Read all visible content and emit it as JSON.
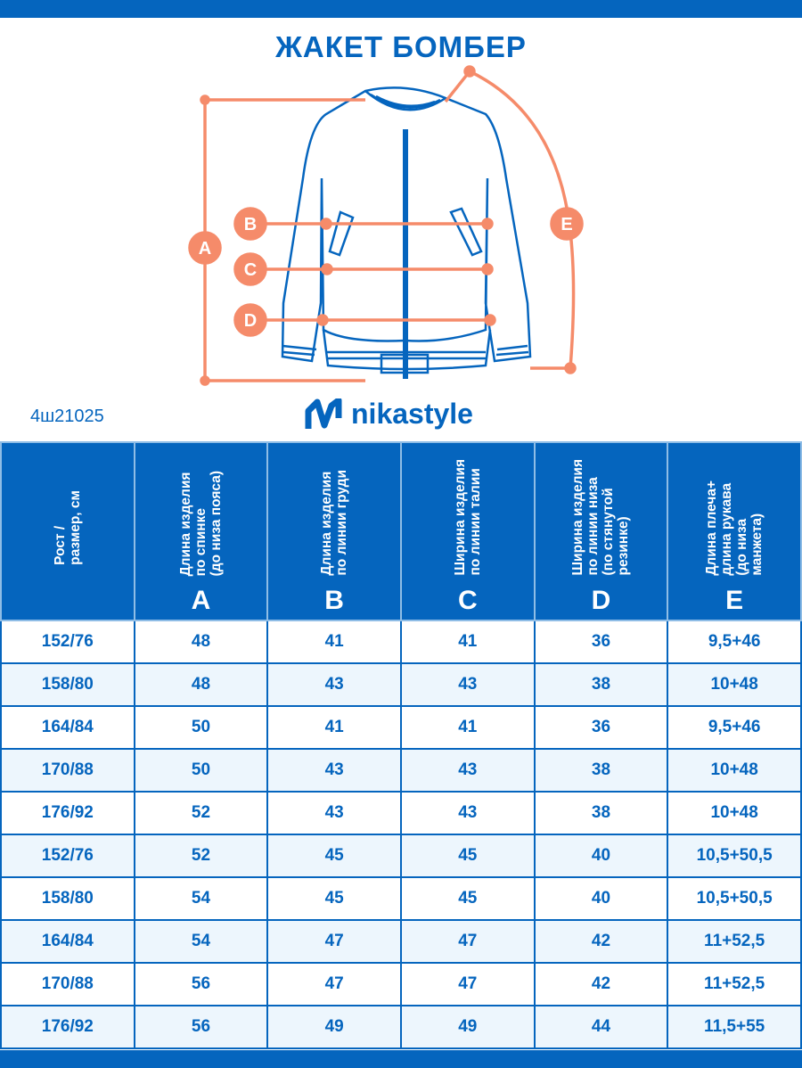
{
  "title": "ЖАКЕТ БОМБЕР",
  "article": "4ш21025",
  "brand": "nikastyle",
  "diagram_labels": [
    "A",
    "B",
    "C",
    "D",
    "E"
  ],
  "colors": {
    "brand_blue": "#0565be",
    "accent_orange": "#f58b6a",
    "row_alt": "#edf6fd"
  },
  "table": {
    "headers": [
      {
        "text": "Рост /\nразмер, см",
        "letter": ""
      },
      {
        "text": "Длина изделия\nпо спинке\n(до низа пояса)",
        "letter": "A"
      },
      {
        "text": "Длина изделия\nпо линии груди",
        "letter": "B"
      },
      {
        "text": "Ширина изделия\nпо линии талии",
        "letter": "C"
      },
      {
        "text": "Ширина изделия\nпо линии низа\n(по стянутой\nрезинке)",
        "letter": "D"
      },
      {
        "text": "Длина плеча+\nдлина рукава\n(до низа\nманжета)",
        "letter": "E"
      }
    ],
    "rows": [
      [
        "152/76",
        "48",
        "41",
        "41",
        "36",
        "9,5+46"
      ],
      [
        "158/80",
        "48",
        "43",
        "43",
        "38",
        "10+48"
      ],
      [
        "164/84",
        "50",
        "41",
        "41",
        "36",
        "9,5+46"
      ],
      [
        "170/88",
        "50",
        "43",
        "43",
        "38",
        "10+48"
      ],
      [
        "176/92",
        "52",
        "43",
        "43",
        "38",
        "10+48"
      ],
      [
        "152/76",
        "52",
        "45",
        "45",
        "40",
        "10,5+50,5"
      ],
      [
        "158/80",
        "54",
        "45",
        "45",
        "40",
        "10,5+50,5"
      ],
      [
        "164/84",
        "54",
        "47",
        "47",
        "42",
        "11+52,5"
      ],
      [
        "170/88",
        "56",
        "47",
        "47",
        "42",
        "11+52,5"
      ],
      [
        "176/92",
        "56",
        "49",
        "49",
        "44",
        "11,5+55"
      ]
    ]
  }
}
